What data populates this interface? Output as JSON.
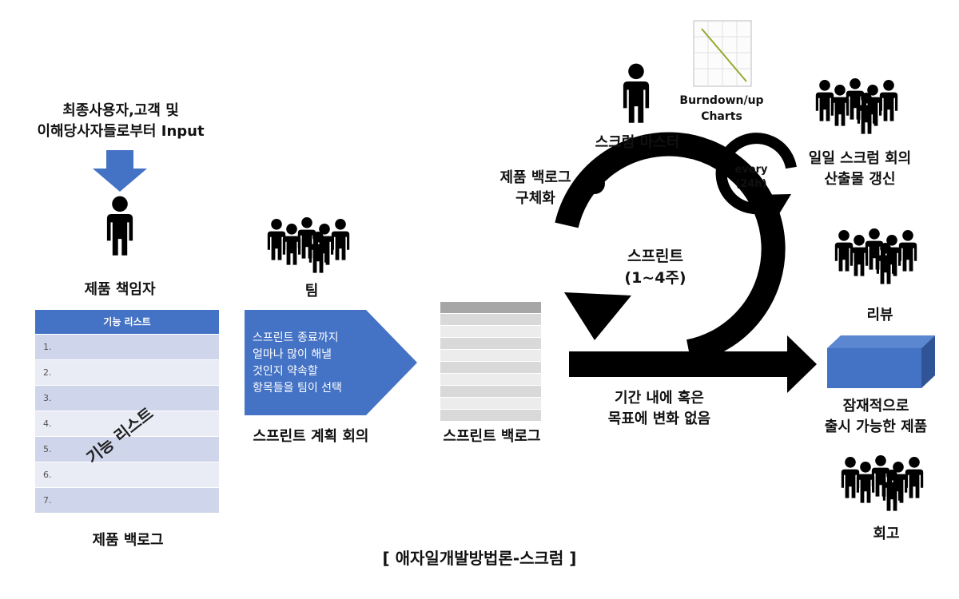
{
  "input_source": {
    "line1": "최종사용자,고객 및",
    "line2": "이해당사자들로부터 Input"
  },
  "product_owner": {
    "label": "제품 책임자"
  },
  "team": {
    "label": "팀"
  },
  "feature_list": {
    "header": "기능 리스트",
    "items": [
      "1.",
      "2.",
      "3.",
      "4.",
      "5.",
      "6.",
      "7."
    ],
    "diagonal_label": "기능 리스트",
    "caption": "제품 백로그"
  },
  "sprint_planning": {
    "lines": [
      "스프린트 종료까지",
      "얼마나 많이 해낼",
      "것인지 약속할",
      "항목들을 팀이 선택"
    ],
    "caption": "스프린트 계획 회의"
  },
  "sprint_backlog": {
    "caption": "스프린트 백로그"
  },
  "backlog_refinement": {
    "line1": "제품 백로그",
    "line2": "구체화"
  },
  "scrum_master": {
    "label": "스크럼 마스터"
  },
  "burndown": {
    "line1": "Burndown/up",
    "line2": "Charts"
  },
  "daily_scrum": {
    "line1": "일일 스크럼 회의",
    "line2": "산출물 갱신"
  },
  "cycle": {
    "line1": "every",
    "line2": "(24h)"
  },
  "sprint": {
    "line1": "스프린트",
    "line2": "(1~4주)"
  },
  "no_change": {
    "line1": "기간 내에 혹은",
    "line2": "목표에 변화 없음"
  },
  "review": {
    "label": "리뷰"
  },
  "increment": {
    "line1": "잠재적으로",
    "line2": "출시 가능한 제품"
  },
  "retrospective": {
    "label": "회고"
  },
  "title": "[ 애자일개발방법론-스크럼 ]",
  "colors": {
    "accent_blue": "#4472c4",
    "row_dark": "#cfd5ea",
    "row_light": "#e9ebf5",
    "black": "#000000"
  },
  "icons": [
    "down-arrow-icon",
    "person-icon",
    "group-icon",
    "sprint-cycle-icon",
    "burndown-chart-icon",
    "right-arrow-icon",
    "product-cube-icon"
  ]
}
